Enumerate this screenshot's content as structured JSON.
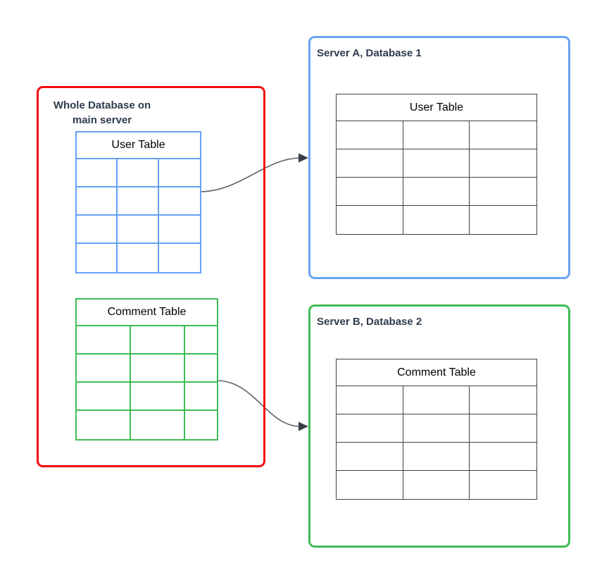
{
  "main_server": {
    "title": "Whole Database on\nmain server",
    "user_table": {
      "caption": "User Table",
      "rows": 4,
      "cols": 3
    },
    "comment_table": {
      "caption": "Comment Table",
      "rows": 4,
      "cols": 3
    }
  },
  "server_a": {
    "title": "Server A, Database 1",
    "table": {
      "caption": "User Table",
      "rows": 4,
      "cols": 3
    }
  },
  "server_b": {
    "title": "Server B, Database 2",
    "table": {
      "caption": "Comment Table",
      "rows": 4,
      "cols": 3
    }
  },
  "arrows": [
    {
      "from": "User Table (main server)",
      "to": "Server A, Database 1"
    },
    {
      "from": "Comment Table (main server)",
      "to": "Server B, Database 2"
    }
  ],
  "colors": {
    "main_server_border": "#f20d0d",
    "server_a_border": "#6aa4f2",
    "user_table_border": "#64a2f5",
    "server_b_border": "#3ebc54",
    "comment_table_border": "#3ebc54",
    "shard_table_border": "#404040",
    "title_text": "#2f3b4d",
    "caption_text": "#000000",
    "arrow": "#595f69",
    "background": "#ffffff"
  }
}
